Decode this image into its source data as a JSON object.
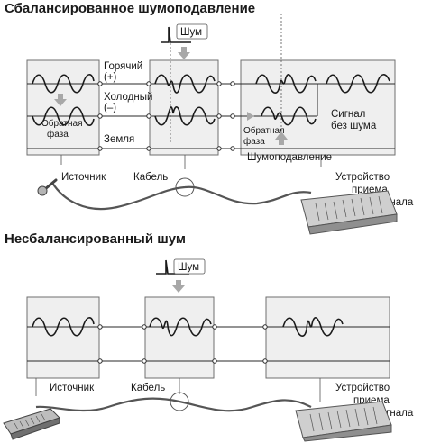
{
  "balanced": {
    "title": "Сбалансированное шумоподавление",
    "noise": "Шум",
    "hot": "Горячий",
    "hot_sign": "(+)",
    "cold": "Холодный",
    "cold_sign": "(–)",
    "ground": "Земля",
    "inverted_phase_line1": "Обратная",
    "inverted_phase_line2": "фаза",
    "inverted_phase_small_line1": "Обратная",
    "inverted_phase_small_line2": "фаза",
    "clean_signal_line1": "Сигнал",
    "clean_signal_line2": "без шума",
    "noise_cancel": "Шумоподавление",
    "source": "Источник",
    "cable": "Кабель",
    "receiver_line1": "Устройство",
    "receiver_line2": "приема",
    "receiver_line3": "сигнала"
  },
  "unbalanced": {
    "title": "Несбалансированный шум",
    "noise": "Шум",
    "source": "Источник",
    "cable": "Кабель",
    "receiver_line1": "Устройство",
    "receiver_line2": "приема",
    "receiver_line3": "сигнала"
  },
  "colors": {
    "box_fill": "#efefef",
    "box_stroke": "#6f6f6f",
    "arrow_grey": "#a8a8a8",
    "ink": "#1a1a1a"
  },
  "icons": {
    "microphone": "microphone-icon",
    "mixer": "mixer-icon",
    "keyboard": "keyboard-icon",
    "arrow_down": "arrow-down-icon",
    "arrow_up": "arrow-up-icon",
    "arrow_right": "arrow-right-icon"
  }
}
